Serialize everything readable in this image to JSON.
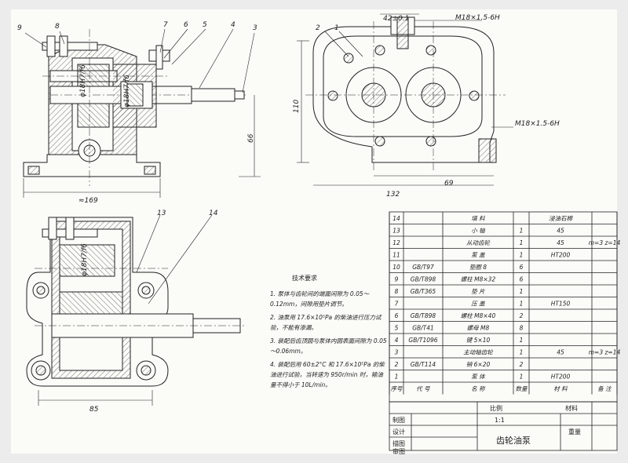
{
  "title": "齿轮油泵",
  "balloons": [
    "9",
    "8",
    "7",
    "6",
    "5",
    "4",
    "3",
    "2",
    "1",
    "13",
    "14"
  ],
  "dims": {
    "d_169": "≈169",
    "d_66": "66",
    "d_110": "110",
    "d_132": "132",
    "d_69": "69",
    "d_85": "85",
    "d_42": "42±0.1",
    "thread_top": "M18×1.5-6H",
    "thread_side": "M18×1.5-6H",
    "fit_1": "φ18H7/f6",
    "fit_2": "φ18H7/f6",
    "fit_3": "φ18H7/f6"
  },
  "notes": {
    "heading": "技术要求",
    "items": [
      "1. 泵体与齿轮间的端面间隙为 0.05～0.12mm，间隙用垫片调节。",
      "2. 油泵用 17.6×10⁵Pa 的柴油进行压力试验，不能有渗漏。",
      "3. 装配后齿顶圆与泵体内圆表面间隙为 0.05～0.06mm。",
      "4. 装配后用 60±2°C 和 17.6×10⁵Pa 的柴油进行试验，当转速为 950r/min 时，输油量不得小于 10L/min。"
    ]
  },
  "bom": {
    "headers": {
      "no": "序号",
      "code": "代  号",
      "name": "名  称",
      "qty": "数量",
      "material": "材  料",
      "remark": "备  注"
    },
    "rows": [
      {
        "no": "14",
        "code": "",
        "name": "填  料",
        "qty": "",
        "material": "浸油石棉",
        "remark": ""
      },
      {
        "no": "13",
        "code": "",
        "name": "小  轴",
        "qty": "1",
        "material": "45",
        "remark": ""
      },
      {
        "no": "12",
        "code": "",
        "name": "从动齿轮",
        "qty": "1",
        "material": "45",
        "remark": "m=3 z=14"
      },
      {
        "no": "11",
        "code": "",
        "name": "泵  盖",
        "qty": "1",
        "material": "HT200",
        "remark": ""
      },
      {
        "no": "10",
        "code": "GB/T97",
        "name": "垫圈 8",
        "qty": "6",
        "material": "",
        "remark": ""
      },
      {
        "no": "9",
        "code": "GB/T898",
        "name": "螺柱 M8×32",
        "qty": "6",
        "material": "",
        "remark": ""
      },
      {
        "no": "8",
        "code": "GB/T365",
        "name": "垫  片",
        "qty": "1",
        "material": "",
        "remark": ""
      },
      {
        "no": "7",
        "code": "",
        "name": "压  盖",
        "qty": "1",
        "material": "HT150",
        "remark": ""
      },
      {
        "no": "6",
        "code": "GB/T898",
        "name": "螺柱 M8×40",
        "qty": "2",
        "material": "",
        "remark": ""
      },
      {
        "no": "5",
        "code": "GB/T41",
        "name": "螺母 M8",
        "qty": "8",
        "material": "",
        "remark": ""
      },
      {
        "no": "4",
        "code": "GB/T1096",
        "name": "键 5×10",
        "qty": "1",
        "material": "",
        "remark": ""
      },
      {
        "no": "3",
        "code": "",
        "name": "主动轴齿轮",
        "qty": "1",
        "material": "45",
        "remark": "m=3 z=14"
      },
      {
        "no": "2",
        "code": "GB/T114",
        "name": "销 6×20",
        "qty": "2",
        "material": "",
        "remark": ""
      },
      {
        "no": "1",
        "code": "",
        "name": "泵  体",
        "qty": "1",
        "material": "HT200",
        "remark": ""
      }
    ]
  },
  "titleblock": {
    "ratio_label": "比例",
    "material_label": "材料",
    "ratio_value": "1:1",
    "weight_label": "重量",
    "drawn": "制图",
    "design": "设计",
    "check": "描图",
    "review": "审图"
  },
  "colors": {
    "paper": "#fbfbf8",
    "background": "#ececec",
    "ink": "#222222"
  }
}
